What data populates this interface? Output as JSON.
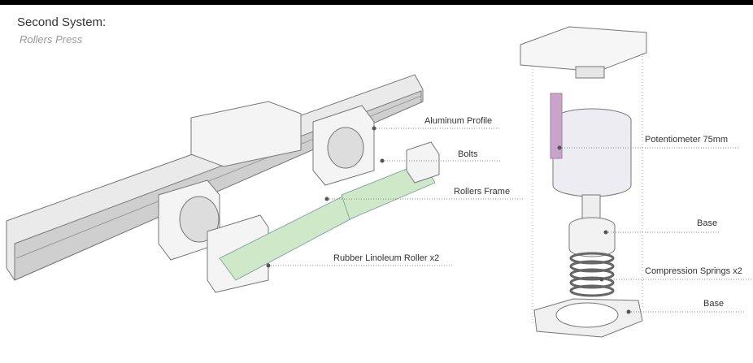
{
  "header": {
    "title": "Second System:",
    "subtitle": "Rollers Press"
  },
  "labels": {
    "aluminum_profile": "Aluminum Profile",
    "bolts": "Bolts",
    "rollers_frame": "Rollers Frame",
    "rubber_roller": "Rubber Linoleum Roller x2",
    "potentiometer": "Potentiometer 75mm",
    "base_top": "Base",
    "springs": "Compression Springs x2",
    "base_bottom": "Base"
  },
  "colors": {
    "roller": "#cfe8c8",
    "potentiometer": "#c9a3c9",
    "leader": "#888888"
  }
}
